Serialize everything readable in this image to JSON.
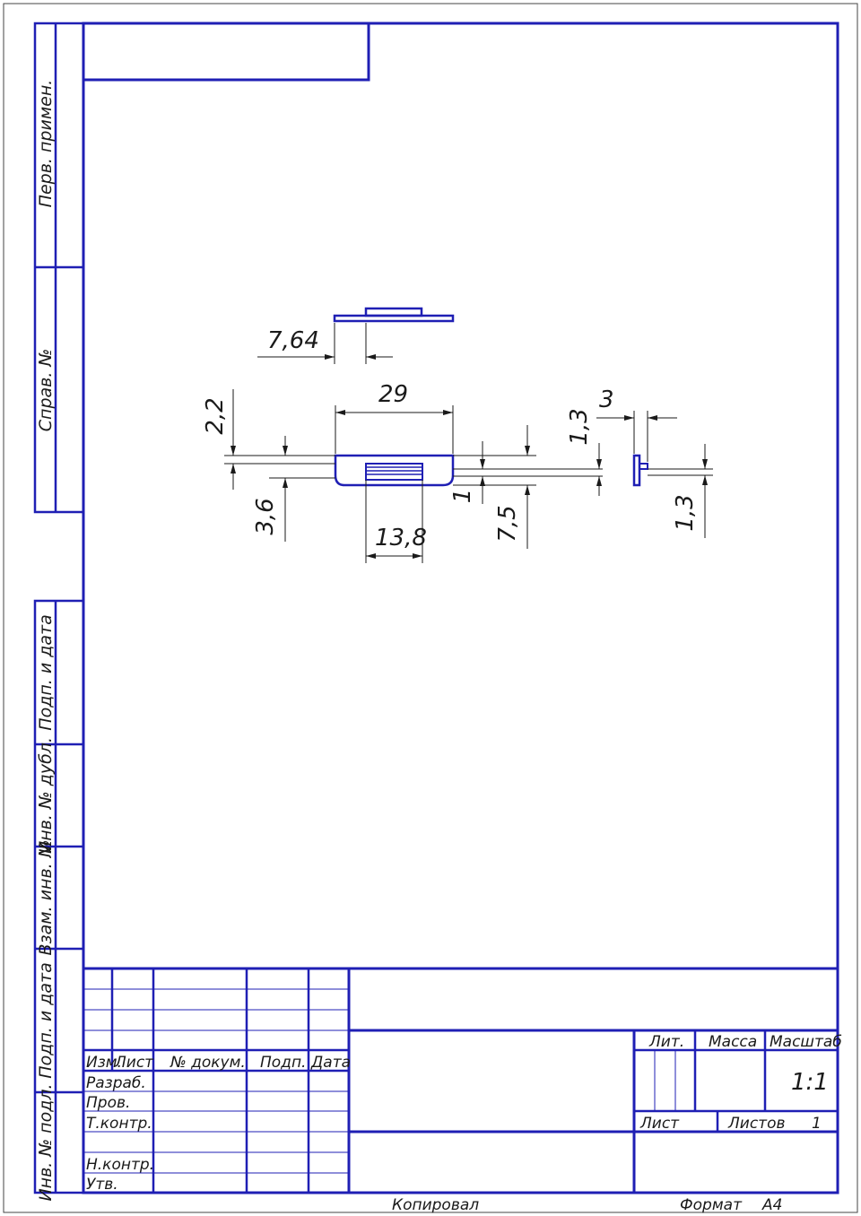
{
  "colors": {
    "frame": "#1f1fb4",
    "dimension": "#1a1a1a",
    "paper": "#ffffff"
  },
  "side_strip": {
    "perv_primen": "Перв. примен.",
    "sprav_no": "Справ. №",
    "podp_data_top": "Подп. и дата",
    "inv_dubl": "Инв. № дубл.",
    "vzam_inv": "Взам. инв. №",
    "podp_data_bottom": "Подп. и дата",
    "inv_podl": "Инв. № подл."
  },
  "dimensions": {
    "d_7_64": "7,64",
    "d_29": "29",
    "d_2_2": "2,2",
    "d_3_6": "3,6",
    "d_13_8": "13,8",
    "d_1": "1",
    "d_7_5": "7,5",
    "d_1_3_a": "1,3",
    "d_3": "3",
    "d_1_3_b": "1,3"
  },
  "title_block": {
    "izm": "Изм.",
    "list": "Лист",
    "n_dokum": "№ докум.",
    "podp": "Подп.",
    "data": "Дата",
    "razrab": "Разраб.",
    "prov": "Пров.",
    "t_kontr": "Т.контр.",
    "n_kontr": "Н.контр.",
    "utv": "Утв.",
    "lit": "Лит.",
    "massa": "Масса",
    "masshtab": "Масштаб",
    "scale_value": "1:1",
    "list_label": "Лист",
    "listov_label": "Листов",
    "listov_value": "1"
  },
  "footer": {
    "kopiroval": "Копировал",
    "format_label": "Формат",
    "format_value": "A4"
  }
}
